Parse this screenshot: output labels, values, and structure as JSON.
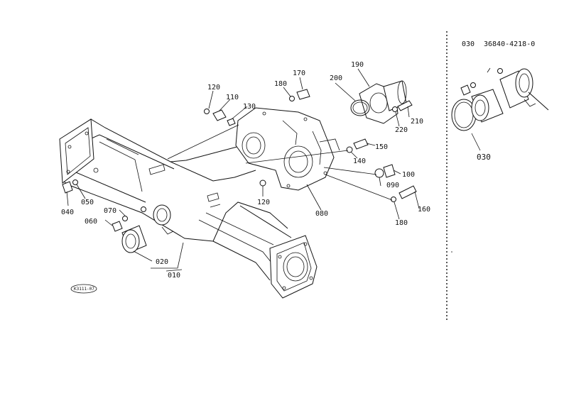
{
  "header": {
    "ref": "030",
    "part_number": "36840-4218-0"
  },
  "inset": {
    "label": "030"
  },
  "stamp": "K3111-07",
  "callouts": [
    "120",
    "110",
    "130",
    "180",
    "170",
    "200",
    "190",
    "210",
    "220",
    "150",
    "140",
    "090",
    "100",
    "160",
    "180",
    "120",
    "080",
    "040",
    "050",
    "070",
    "060",
    "020",
    "010"
  ]
}
